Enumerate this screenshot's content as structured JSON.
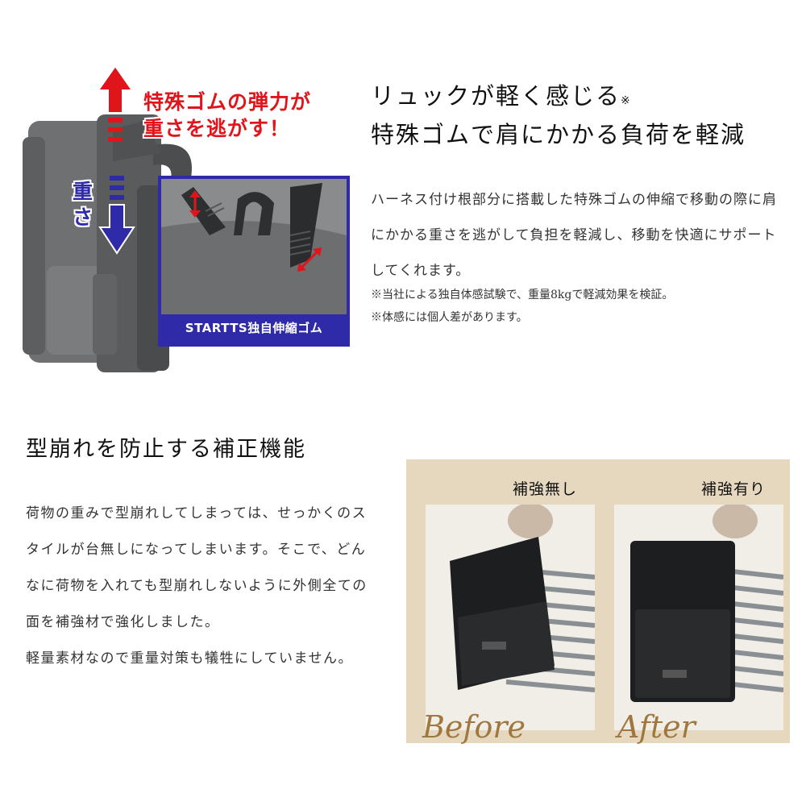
{
  "feature1": {
    "callout_red_line1": "特殊ゴムの弾力が",
    "callout_red_line2": "重さを逃がす！",
    "callout_blue": "重さ",
    "inset_label": "STARTTS独自伸縮ゴム",
    "title_line1": "リュックが軽く感じる",
    "title_note_mark": "※",
    "title_line2": "特殊ゴムで肩にかかる負荷を軽減",
    "body": "ハーネス付け根部分に搭載した特殊ゴムの伸縮で移動の際に肩にかかる重さを逃がして負担を軽減し、移動を快適にサポートしてくれます。",
    "note1": "※当社による独自体感試験で、重量8kgで軽減効果を検証。",
    "note2": "※体感には個人差があります。"
  },
  "feature2": {
    "title": "型崩れを防止する補正機能",
    "body_p1": "荷物の重みで型崩れしてしまっては、せっかくのスタイルが台無しになってしまいます。そこで、どんなに荷物を入れても型崩れしないように外側全ての面を補強材で強化しました。",
    "body_p2": "軽量素材なので重量対策も犠牲にしていません。",
    "before_label": "補強無し",
    "after_label": "補強有り",
    "before_tag": "Before",
    "after_tag": "After"
  },
  "colors": {
    "callout_red": "#e0141b",
    "callout_blue": "#2f2aa8",
    "compare_bg": "#e6d8bf",
    "tag_gold": "#a0773e"
  },
  "icons": [
    "arrow-up-icon",
    "arrow-down-icon",
    "resize-arrow-icon"
  ]
}
